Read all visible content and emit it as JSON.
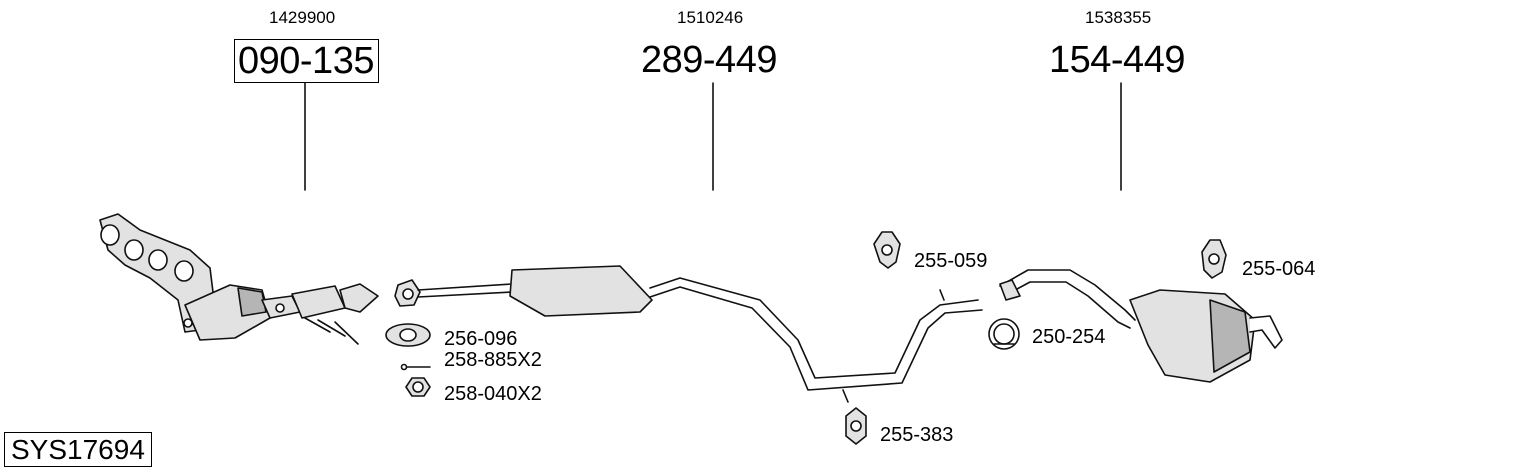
{
  "assemblies": [
    {
      "oem": "1429900",
      "part": "090-135"
    },
    {
      "oem": "1510246",
      "part": "289-449"
    },
    {
      "oem": "1538355",
      "part": "154-449"
    }
  ],
  "fittings": [
    {
      "code": "255-059"
    },
    {
      "code": "255-064"
    },
    {
      "code": "256-096"
    },
    {
      "code": "258-885X2"
    },
    {
      "code": "258-040X2"
    },
    {
      "code": "250-254"
    },
    {
      "code": "255-383"
    }
  ],
  "system_code": "SYS17694"
}
